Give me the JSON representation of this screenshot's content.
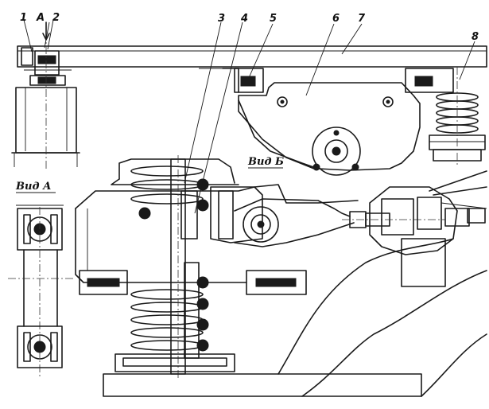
{
  "callouts": {
    "c1": "1",
    "c2": "2",
    "cA": "A",
    "c3": "3",
    "c4": "4",
    "c5": "5",
    "c6": "6",
    "c7": "7",
    "c8": "8"
  },
  "views": {
    "view_a": "Вид А",
    "view_b": "Вид Б"
  }
}
